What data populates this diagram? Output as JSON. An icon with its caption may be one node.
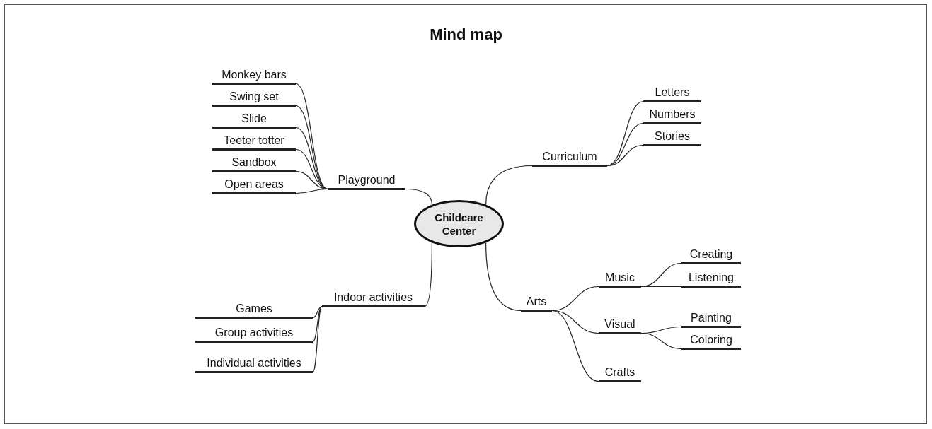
{
  "diagram": {
    "title": "Mind map",
    "nodes": [
      {
        "text": [
          "Childcare Center"
        ]
      },
      {
        "text": [
          "Monkey bars"
        ]
      },
      {
        "text": [
          "Swing set"
        ]
      },
      {
        "text": [
          "Slide"
        ]
      },
      {
        "text": [
          "Teeter totter"
        ]
      },
      {
        "text": [
          "Sandbox"
        ]
      },
      {
        "text": [
          "Open areas"
        ]
      },
      {
        "text": [
          "Playground"
        ]
      },
      {
        "text": [
          "Curriculum"
        ]
      },
      {
        "text": [
          "Letters"
        ]
      },
      {
        "text": [
          "Numbers"
        ]
      },
      {
        "text": [
          "Stories"
        ]
      },
      {
        "text": [
          "Creating"
        ]
      },
      {
        "text": [
          "Music"
        ]
      },
      {
        "text": [
          "Listening"
        ]
      },
      {
        "text": [
          "Indoor activities"
        ]
      },
      {
        "text": [
          "Arts"
        ]
      },
      {
        "text": [
          "Games"
        ]
      },
      {
        "text": [
          "Painting"
        ]
      },
      {
        "text": [
          "Visual"
        ]
      },
      {
        "text": [
          "Group activities"
        ]
      },
      {
        "text": [
          "Coloring"
        ]
      },
      {
        "text": [
          "Individual activities"
        ]
      },
      {
        "text": [
          "Crafts"
        ]
      }
    ],
    "edges": [
      {
        "from": 0,
        "to": 7,
        "arrow": "none"
      },
      {
        "from": 7,
        "to": 1,
        "arrow": "none"
      },
      {
        "from": 7,
        "to": 2,
        "arrow": "none"
      },
      {
        "from": 7,
        "to": 3,
        "arrow": "none"
      },
      {
        "from": 7,
        "to": 4,
        "arrow": "none"
      },
      {
        "from": 7,
        "to": 5,
        "arrow": "none"
      },
      {
        "from": 7,
        "to": 6,
        "arrow": "none"
      },
      {
        "from": 0,
        "to": 8,
        "arrow": "none"
      },
      {
        "from": 8,
        "to": 9,
        "arrow": "none"
      },
      {
        "from": 8,
        "to": 10,
        "arrow": "none"
      },
      {
        "from": 8,
        "to": 11,
        "arrow": "none"
      },
      {
        "from": 0,
        "to": 15,
        "arrow": "none"
      },
      {
        "from": 15,
        "to": 17,
        "arrow": "none"
      },
      {
        "from": 15,
        "to": 20,
        "arrow": "none"
      },
      {
        "from": 15,
        "to": 22,
        "arrow": "none"
      },
      {
        "from": 0,
        "to": 16,
        "arrow": "none"
      },
      {
        "from": 16,
        "to": 13,
        "arrow": "none"
      },
      {
        "from": 16,
        "to": 19,
        "arrow": "none"
      },
      {
        "from": 16,
        "to": 23,
        "arrow": "none"
      },
      {
        "from": 13,
        "to": 12,
        "arrow": "none"
      },
      {
        "from": 13,
        "to": 14,
        "arrow": "none"
      },
      {
        "from": 19,
        "to": 18,
        "arrow": "none"
      },
      {
        "from": 19,
        "to": 21,
        "arrow": "none"
      }
    ]
  }
}
